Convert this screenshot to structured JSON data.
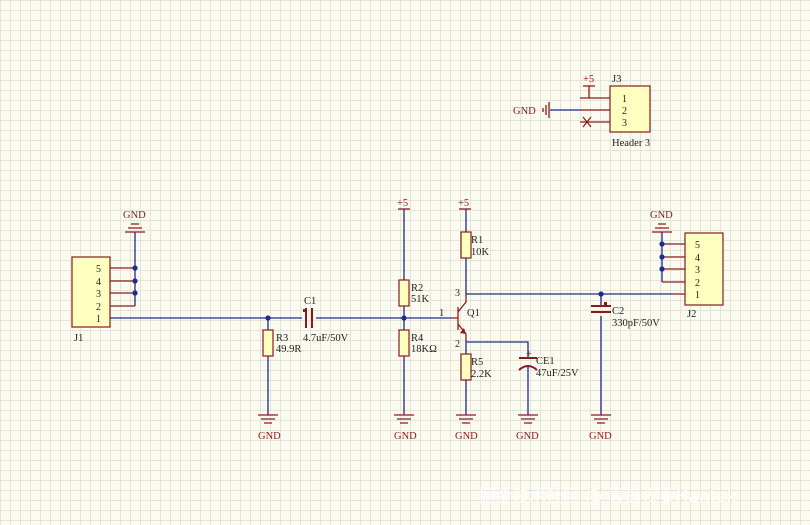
{
  "components": {
    "J1": {
      "designator": "J1",
      "pins": [
        "5",
        "4",
        "3",
        "2",
        "1"
      ]
    },
    "J2": {
      "designator": "J2",
      "pins": [
        "5",
        "4",
        "3",
        "2",
        "1"
      ]
    },
    "J3": {
      "designator": "J3",
      "comment": "Header 3",
      "pins": [
        "1",
        "2",
        "3"
      ]
    },
    "R1": {
      "designator": "R1",
      "value": "10K"
    },
    "R2": {
      "designator": "R2",
      "value": "51K"
    },
    "R3": {
      "designator": "R3",
      "value": "49.9R"
    },
    "R4": {
      "designator": "R4",
      "value": "18KΩ"
    },
    "R5": {
      "designator": "R5",
      "value": "2.2K"
    },
    "C1": {
      "designator": "C1",
      "value": "4.7uF/50V"
    },
    "C2": {
      "designator": "C2",
      "value": "330pF/50V"
    },
    "CE1": {
      "designator": "CE1",
      "value": "47uF/25V"
    },
    "Q1": {
      "designator": "Q1",
      "pin_label": "1"
    }
  },
  "nets": {
    "gnd": "GND",
    "vcc": "+5"
  },
  "watermark": "掘金技术社区 @ 青岛汉泰Hantek"
}
